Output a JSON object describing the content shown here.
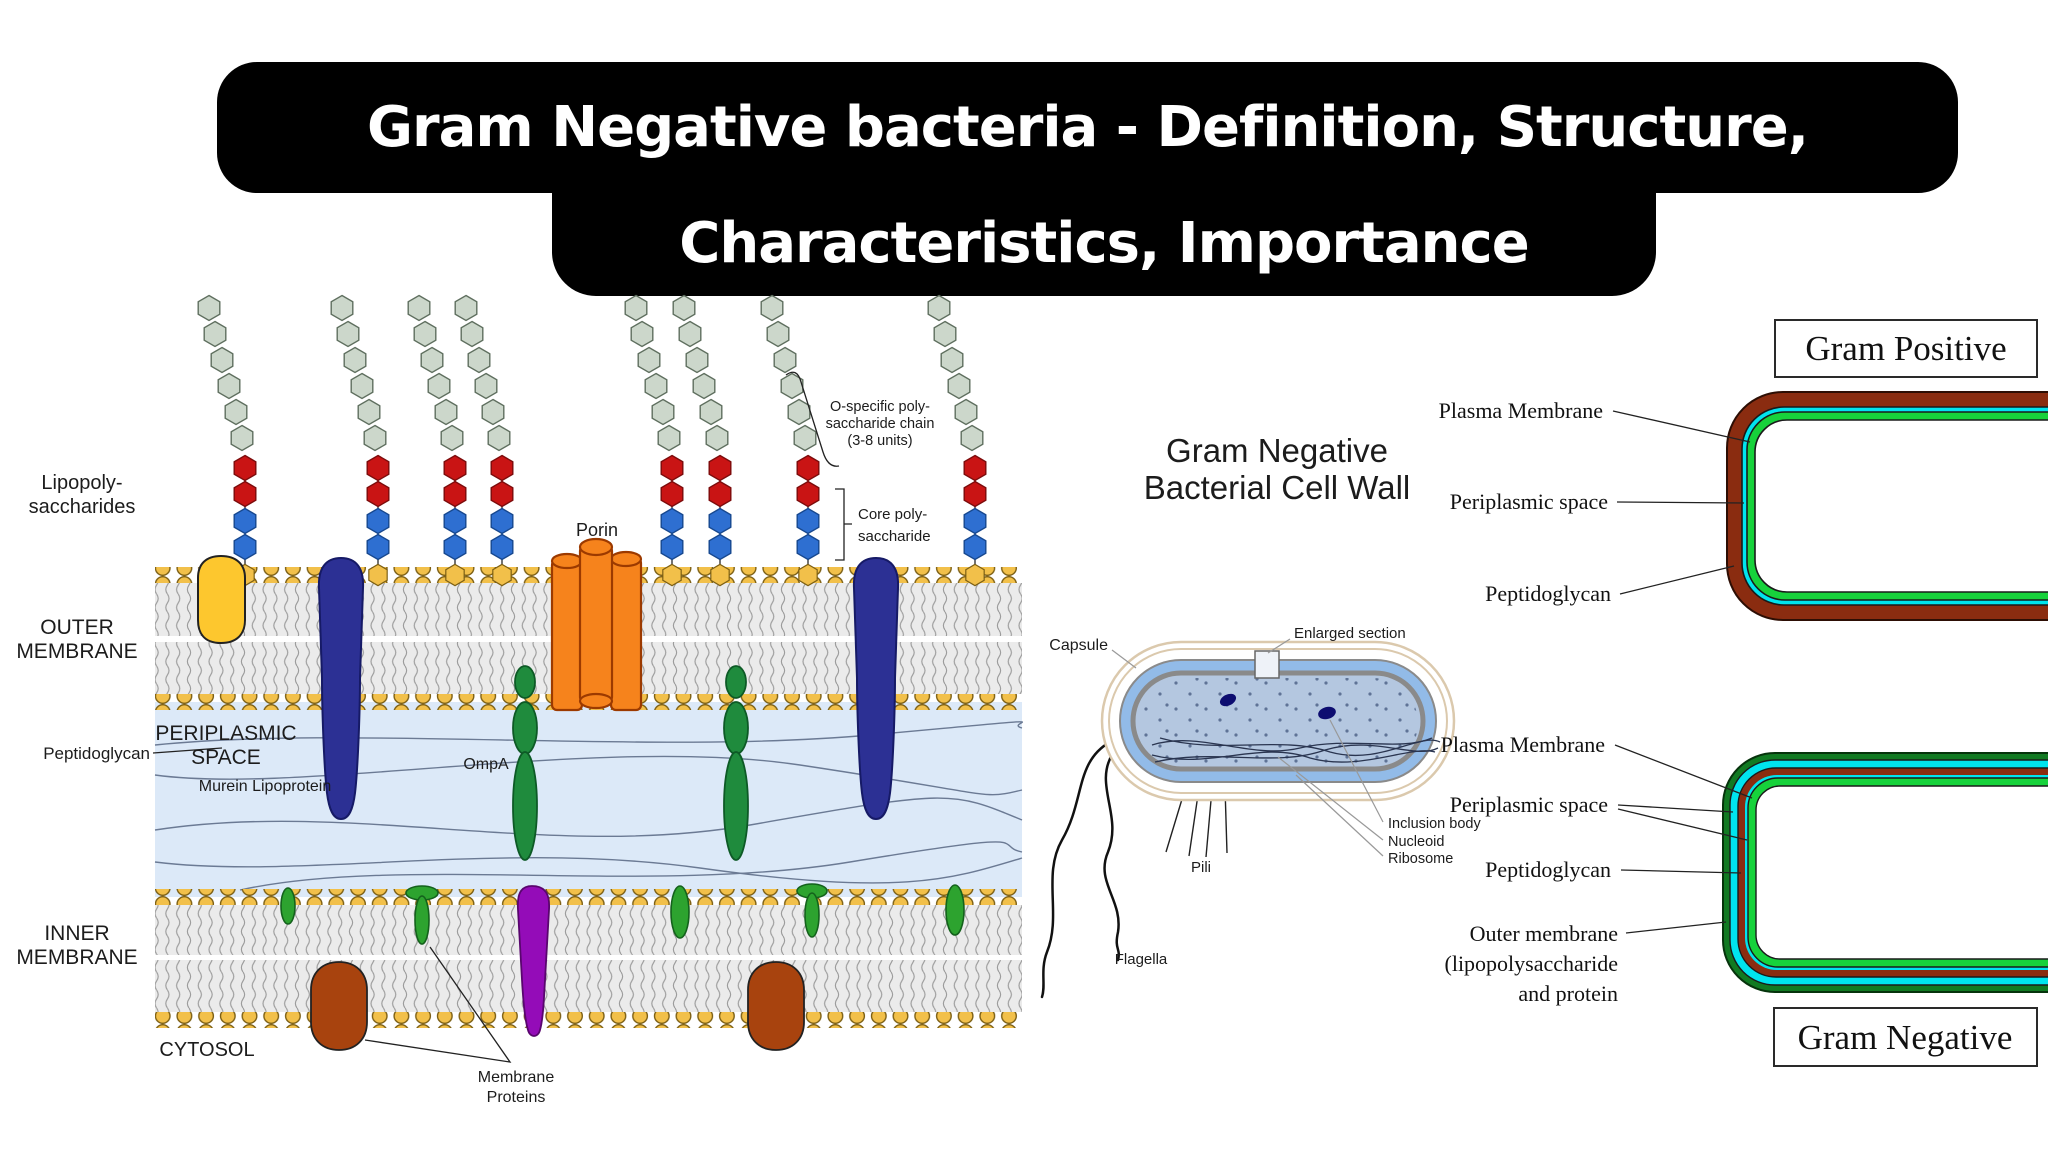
{
  "title": {
    "line1": "Gram Negative bacteria - Definition, Structure,",
    "line2": "Characteristics, Importance"
  },
  "membrane_diagram": {
    "labels": {
      "lipopolysaccharides_1": "Lipopoly-",
      "lipopolysaccharides_2": "saccharides",
      "outer_membrane_1": "OUTER",
      "outer_membrane_2": "MEMBRANE",
      "periplasmic_space_1": "PERIPLASMIC",
      "periplasmic_space_2": "SPACE",
      "peptidoglycan": "Peptidoglycan",
      "murein_lipoprotein": "Murein Lipoprotein",
      "ompa": "OmpA",
      "porin": "Porin",
      "o_specific_1": "O-specific poly-",
      "o_specific_2": "saccharide chain",
      "o_specific_3": "(3-8 units)",
      "core_1": "Core poly-",
      "core_2": "saccharide",
      "inner_membrane_1": "INNER",
      "inner_membrane_2": "MEMBRANE",
      "cytosol": "CYTOSOL",
      "membrane_proteins_1": "Membrane",
      "membrane_proteins_2": "Proteins"
    }
  },
  "cell_diagram": {
    "title_1": "Gram Negative",
    "title_2": "Bacterial Cell Wall",
    "labels": {
      "capsule": "Capsule",
      "enlarged_section": "Enlarged section",
      "pili": "Pili",
      "flagella": "Flagella",
      "inclusion_body": "Inclusion body",
      "nucleoid": "Nucleoid",
      "ribosome": "Ribosome"
    }
  },
  "gram_positive": {
    "title": "Gram Positive",
    "labels": {
      "plasma_membrane": "Plasma Membrane",
      "periplasmic_space": "Periplasmic space",
      "peptidoglycan": "Peptidoglycan"
    }
  },
  "gram_negative": {
    "title": "Gram Negative",
    "labels": {
      "plasma_membrane": "Plasma Membrane",
      "periplasmic_space": "Periplasmic space",
      "peptidoglycan": "Peptidoglycan",
      "outer_membrane_1": "Outer membrane",
      "outer_membrane_2": "(lipopolysaccharide",
      "outer_membrane_3": "and protein"
    }
  },
  "colors": {
    "banner_bg": "#000000",
    "banner_text": "#ffffff",
    "lps_sugar_green": "#ccd7cb",
    "lps_core_red": "#c91414",
    "lps_core_blue": "#2e6fd1",
    "lipid_head_yellow": "#f2c04a",
    "membrane_gray": "#ebebeb",
    "periplasm_blue": "#dce9f8",
    "porin_orange": "#f6831c",
    "protein_navy": "#2c3094",
    "protein_green": "#1f8b3d",
    "protein_purple": "#940cb8",
    "protein_brown": "#a8430e",
    "protein_yellow": "#fdc72e",
    "capsule_beige": "#dbc9ad",
    "cell_ring_blue": "#92bbe8",
    "cytoplasm_blue": "#b4c7e0",
    "gp_peptidoglycan_brown": "#8a2c10",
    "periplasm_cyan": "#00e4ee",
    "plasma_membrane_green": "#17d23b",
    "outer_membrane_dark_green": "#117a22"
  }
}
